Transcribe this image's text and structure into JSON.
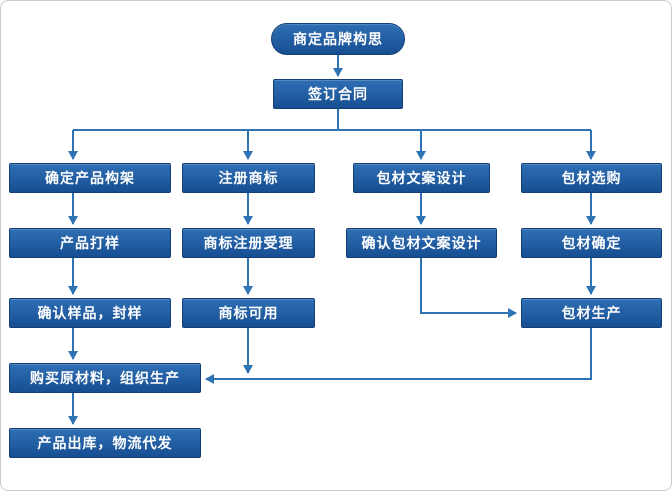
{
  "diagram": {
    "type": "flowchart",
    "nodes": {
      "brand_concept": {
        "label": "商定品牌构思"
      },
      "sign_contract": {
        "label": "签订合同"
      },
      "define_product_structure": {
        "label": "确定产品构架"
      },
      "product_sampling": {
        "label": "产品打样"
      },
      "confirm_sample_seal": {
        "label": "确认样品，封样"
      },
      "purchase_materials": {
        "label": "购买原材料，组织生产"
      },
      "product_outbound": {
        "label": "产品出库，物流代发"
      },
      "register_trademark": {
        "label": "注册商标"
      },
      "trademark_acceptance": {
        "label": "商标注册受理"
      },
      "trademark_usable": {
        "label": "商标可用"
      },
      "packaging_copy_design": {
        "label": "包材文案设计"
      },
      "confirm_packaging_copy": {
        "label": "确认包材文案设计"
      },
      "packaging_purchase": {
        "label": "包材选购"
      },
      "packaging_confirm": {
        "label": "包材确定"
      },
      "packaging_production": {
        "label": "包材生产"
      }
    },
    "edges": [
      {
        "from": "brand_concept",
        "to": "sign_contract"
      },
      {
        "from": "sign_contract",
        "to": "define_product_structure"
      },
      {
        "from": "sign_contract",
        "to": "register_trademark"
      },
      {
        "from": "sign_contract",
        "to": "packaging_copy_design"
      },
      {
        "from": "sign_contract",
        "to": "packaging_purchase"
      },
      {
        "from": "define_product_structure",
        "to": "product_sampling"
      },
      {
        "from": "product_sampling",
        "to": "confirm_sample_seal"
      },
      {
        "from": "confirm_sample_seal",
        "to": "purchase_materials"
      },
      {
        "from": "purchase_materials",
        "to": "product_outbound"
      },
      {
        "from": "register_trademark",
        "to": "trademark_acceptance"
      },
      {
        "from": "trademark_acceptance",
        "to": "trademark_usable"
      },
      {
        "from": "trademark_usable",
        "to": "purchase_materials"
      },
      {
        "from": "packaging_copy_design",
        "to": "confirm_packaging_copy"
      },
      {
        "from": "confirm_packaging_copy",
        "to": "packaging_production"
      },
      {
        "from": "packaging_purchase",
        "to": "packaging_confirm"
      },
      {
        "from": "packaging_confirm",
        "to": "packaging_production"
      },
      {
        "from": "packaging_production",
        "to": "purchase_materials"
      }
    ],
    "colors": {
      "box_top": "#2f6fb4",
      "box_bottom": "#174e92",
      "box_border": "#123f78",
      "arrow": "#2e74b5",
      "text": "#ffffff",
      "canvas_border": "#cccccc"
    }
  }
}
